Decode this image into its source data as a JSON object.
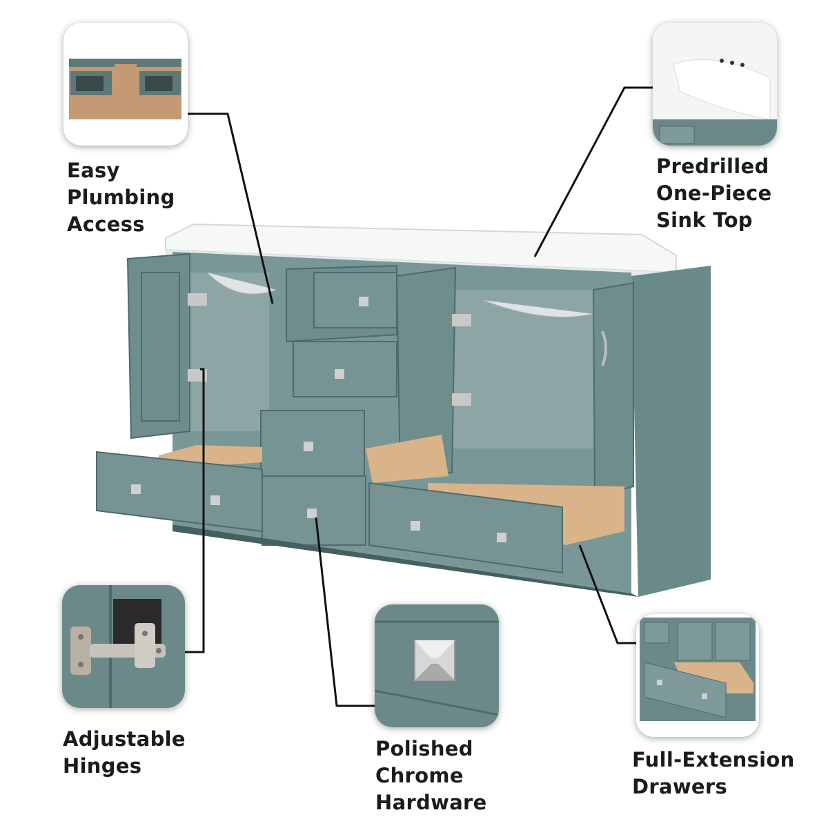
{
  "callouts": {
    "plumbing": {
      "lines": [
        "Easy",
        "Plumbing",
        "Access"
      ]
    },
    "sink_top": {
      "lines": [
        "Predrilled",
        "One-Piece",
        "Sink Top"
      ]
    },
    "hinges": {
      "lines": [
        "Adjustable",
        "Hinges"
      ]
    },
    "hardware": {
      "lines": [
        "Polished",
        "Chrome",
        "Hardware"
      ]
    },
    "drawers": {
      "lines": [
        "Full-Extension",
        "Drawers"
      ]
    }
  },
  "colors": {
    "cabinet": "#6f8f8f",
    "cabinet_dark": "#52706f",
    "countertop": "#f4f6f6",
    "drawer_wood": "#d9b48a",
    "chrome": "#c9c9c9",
    "leader_line": "#111111"
  }
}
